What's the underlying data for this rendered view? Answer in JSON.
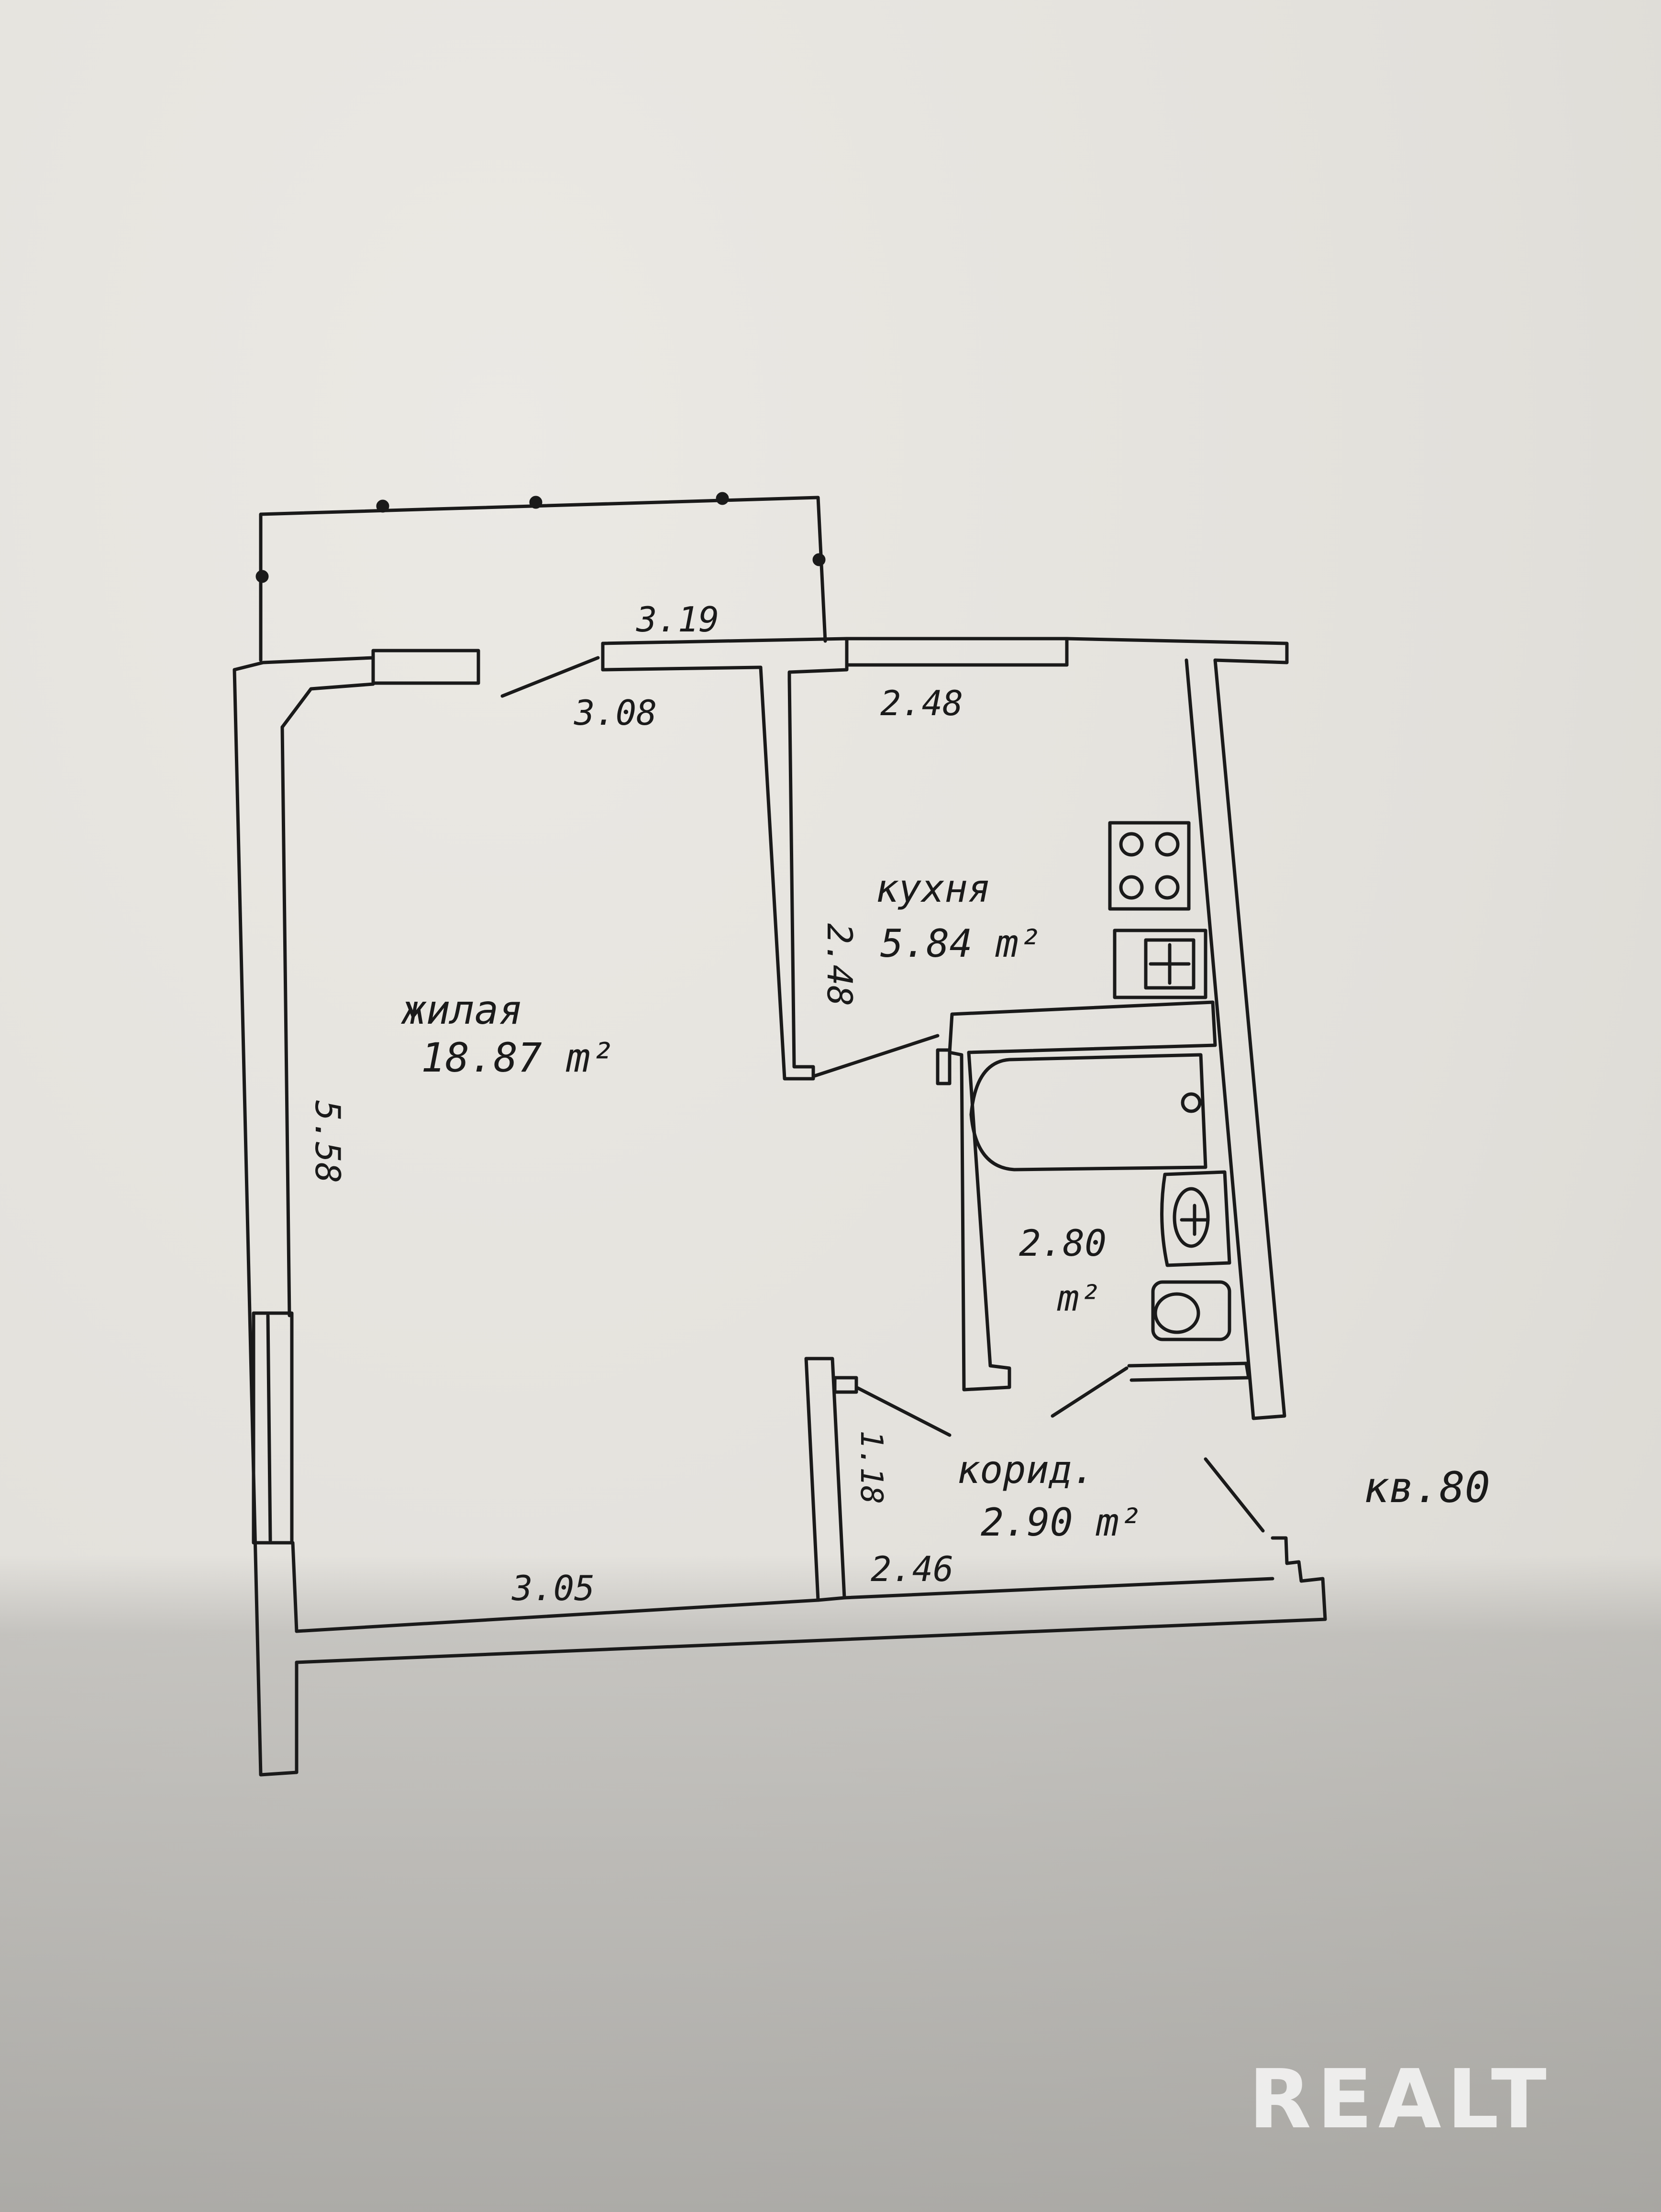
{
  "plan": {
    "rooms": {
      "living": {
        "name": "жилая",
        "area": "18.87 m²"
      },
      "kitchen": {
        "name": "кухня",
        "area": "5.84 m²"
      },
      "bathroom": {
        "area": "2.80",
        "unit": "m²"
      },
      "corridor": {
        "name": "корид.",
        "area": "2.90 m²"
      }
    },
    "dimensions": {
      "balcony_width": "3.19",
      "living_width_top": "3.08",
      "kitchen_width": "2.48",
      "kitchen_depth": "2.48",
      "living_depth": "5.58",
      "living_width_bottom": "3.05",
      "corridor_depth": "1.18",
      "corridor_width": "2.46"
    },
    "apartment_label": "кв.80"
  },
  "watermark": "REALT"
}
